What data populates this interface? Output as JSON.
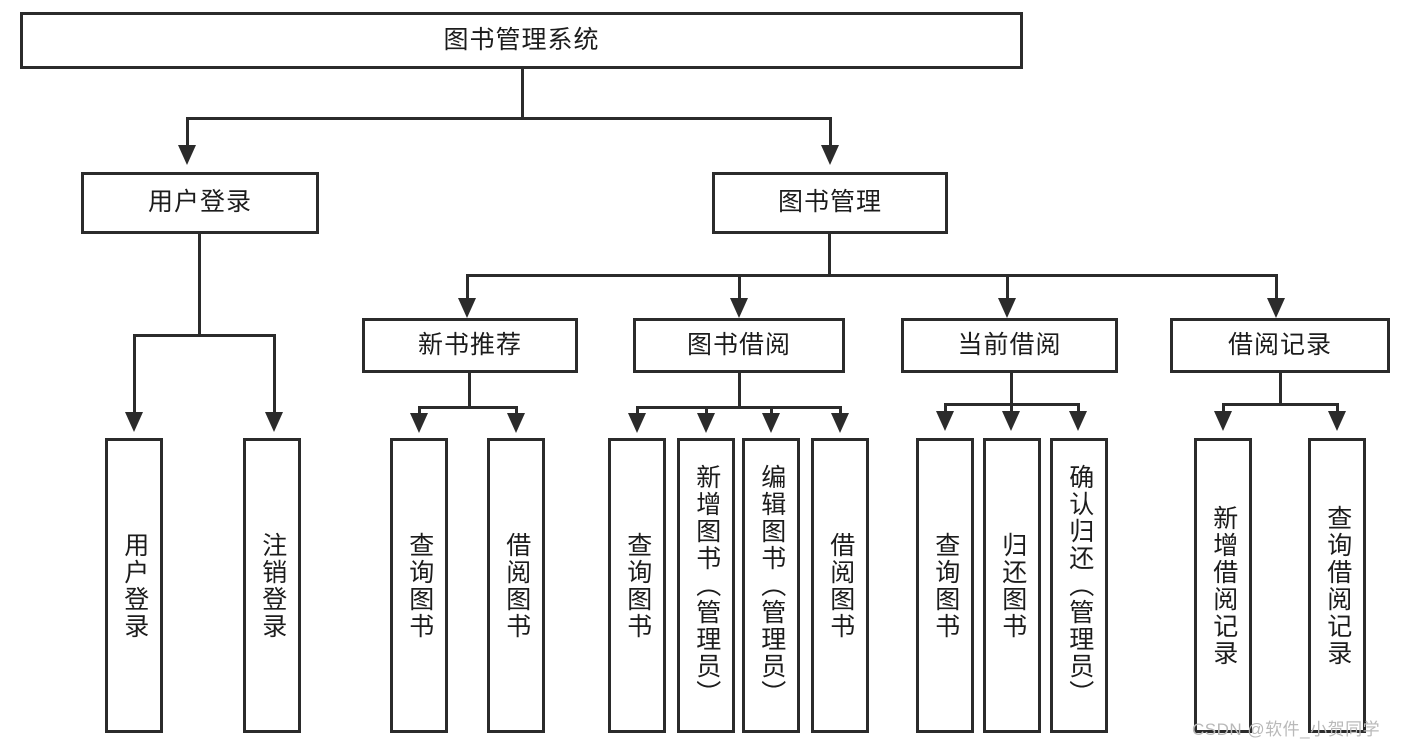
{
  "diagram": {
    "title": "图书管理系统",
    "type": "tree-hierarchy",
    "levels": 3,
    "colors": {
      "stroke": "#2b2b2b",
      "fill": "#ffffff",
      "text": "#1c1c1c",
      "watermark": "#b9b9b9"
    },
    "root": {
      "label": "图书管理系统"
    },
    "level1": [
      {
        "label": "用户登录"
      },
      {
        "label": "图书管理"
      }
    ],
    "level2": [
      {
        "label": "新书推荐"
      },
      {
        "label": "图书借阅"
      },
      {
        "label": "当前借阅"
      },
      {
        "label": "借阅记录"
      }
    ],
    "leaves": {
      "user_login": [
        {
          "label": "用户登录"
        },
        {
          "label": "注销登录"
        }
      ],
      "new_book_recommend": [
        {
          "label": "查询图书"
        },
        {
          "label": "借阅图书"
        }
      ],
      "book_borrow": [
        {
          "label": "查询图书"
        },
        {
          "label": "新增图书（管理员）"
        },
        {
          "label": "编辑图书（管理员）"
        },
        {
          "label": "借阅图书"
        }
      ],
      "current_borrow": [
        {
          "label": "查询图书"
        },
        {
          "label": "归还图书"
        },
        {
          "label": "确认归还（管理员）"
        }
      ],
      "borrow_record": [
        {
          "label": "新增借阅记录"
        },
        {
          "label": "查询借阅记录"
        }
      ]
    }
  },
  "watermark": {
    "text": "CSDN @软件_小贺同学"
  }
}
